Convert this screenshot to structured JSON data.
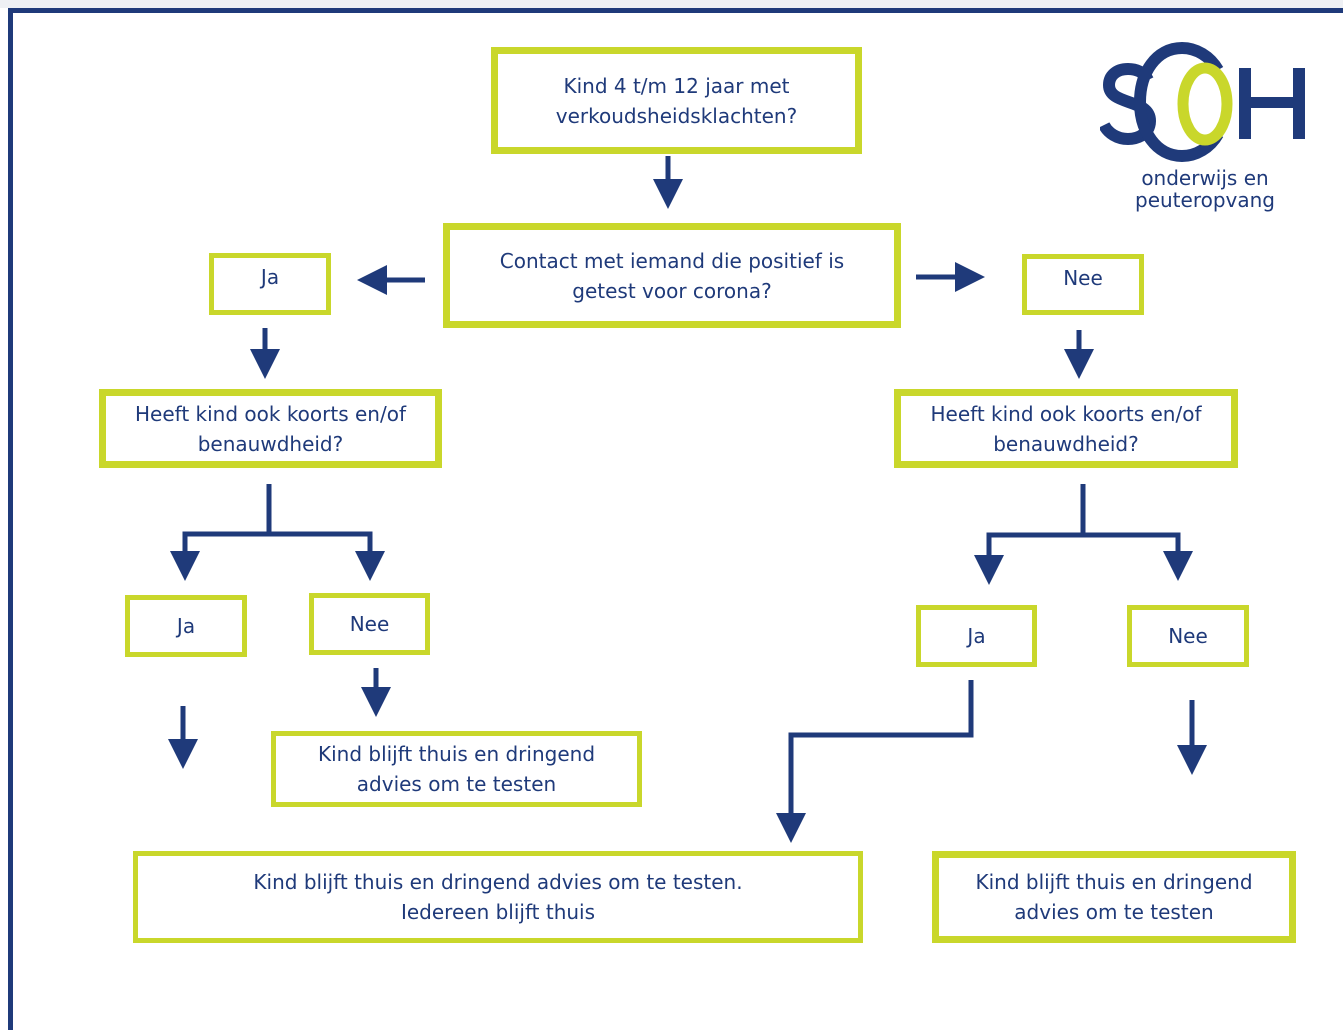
{
  "colors": {
    "navy": "#1f3a7a",
    "lime": "#c9d72b",
    "background": "#ffffff"
  },
  "logo": {
    "text": "SCOH",
    "subtitle": "onderwijs en\npeuteropvang"
  },
  "flow": {
    "start": "Kind 4 t/m 12 jaar met\nverkoudsheidsklachten?",
    "contact_question": "Contact met iemand die positief is\ngetest voor corona?",
    "left": {
      "answer": "Ja",
      "fever_question": "Heeft kind ook koorts en/of\nbenauwdheid?",
      "yes_label": "Ja",
      "no_label": "Nee",
      "no_outcome": "Kind blijft thuis en dringend\nadvies om te testen"
    },
    "right": {
      "answer": "Nee",
      "fever_question": "Heeft kind ook koorts en/of\nbenauwdheid?",
      "yes_label": "Ja",
      "no_label": "Nee",
      "no_outcome": "Kind blijft thuis en dringend\nadvies om te testen"
    },
    "shared_outcome": "Kind blijft thuis en dringend advies om te testen.\nIedereen blijft thuis"
  }
}
